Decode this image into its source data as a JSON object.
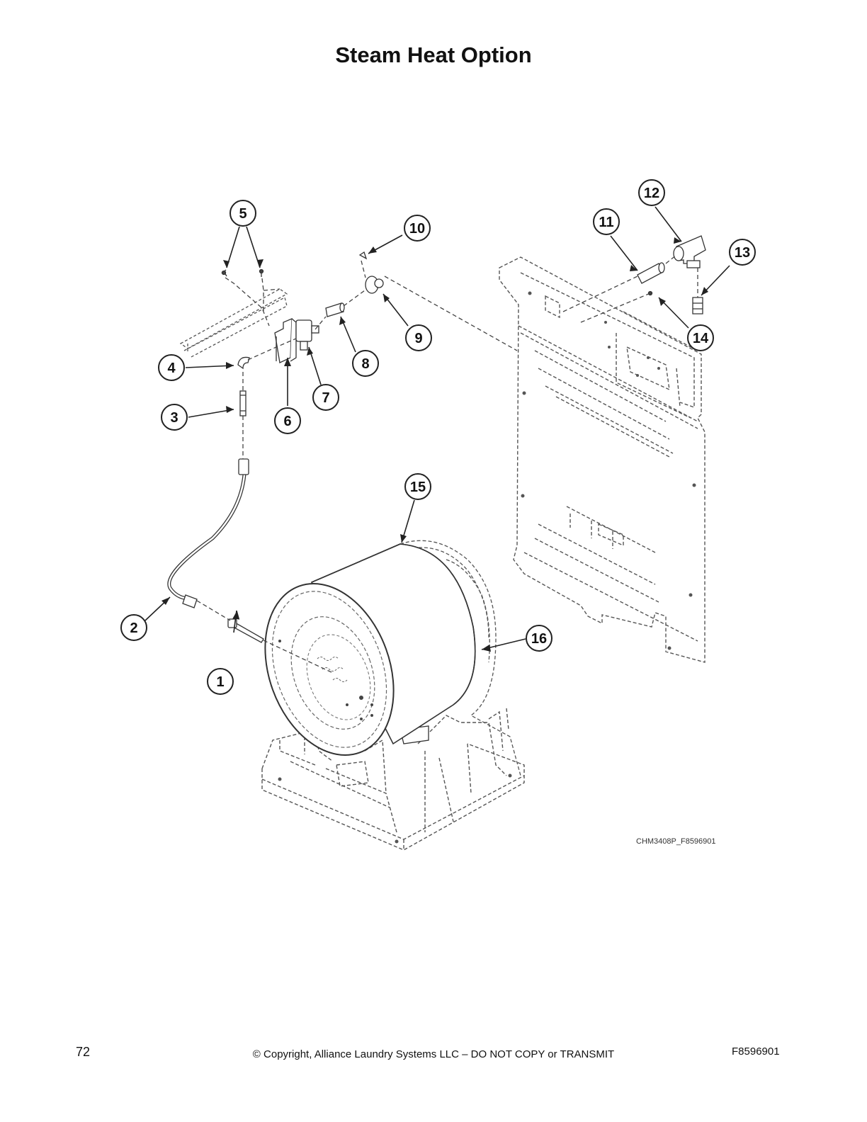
{
  "page": {
    "title": "Steam Heat Option",
    "figure_code": "CHM3408P_F8596901",
    "page_number": "72",
    "copyright": "© Copyright, Alliance Laundry Systems LLC – DO NOT COPY or TRANSMIT",
    "doc_number": "F8596901"
  },
  "callouts": [
    "1",
    "2",
    "3",
    "4",
    "5",
    "6",
    "7",
    "8",
    "9",
    "10",
    "11",
    "12",
    "13",
    "14",
    "15",
    "16"
  ],
  "colors": {
    "line": "#333333",
    "dash": "#555555",
    "fill": "#ffffff",
    "shade": "#444444"
  }
}
